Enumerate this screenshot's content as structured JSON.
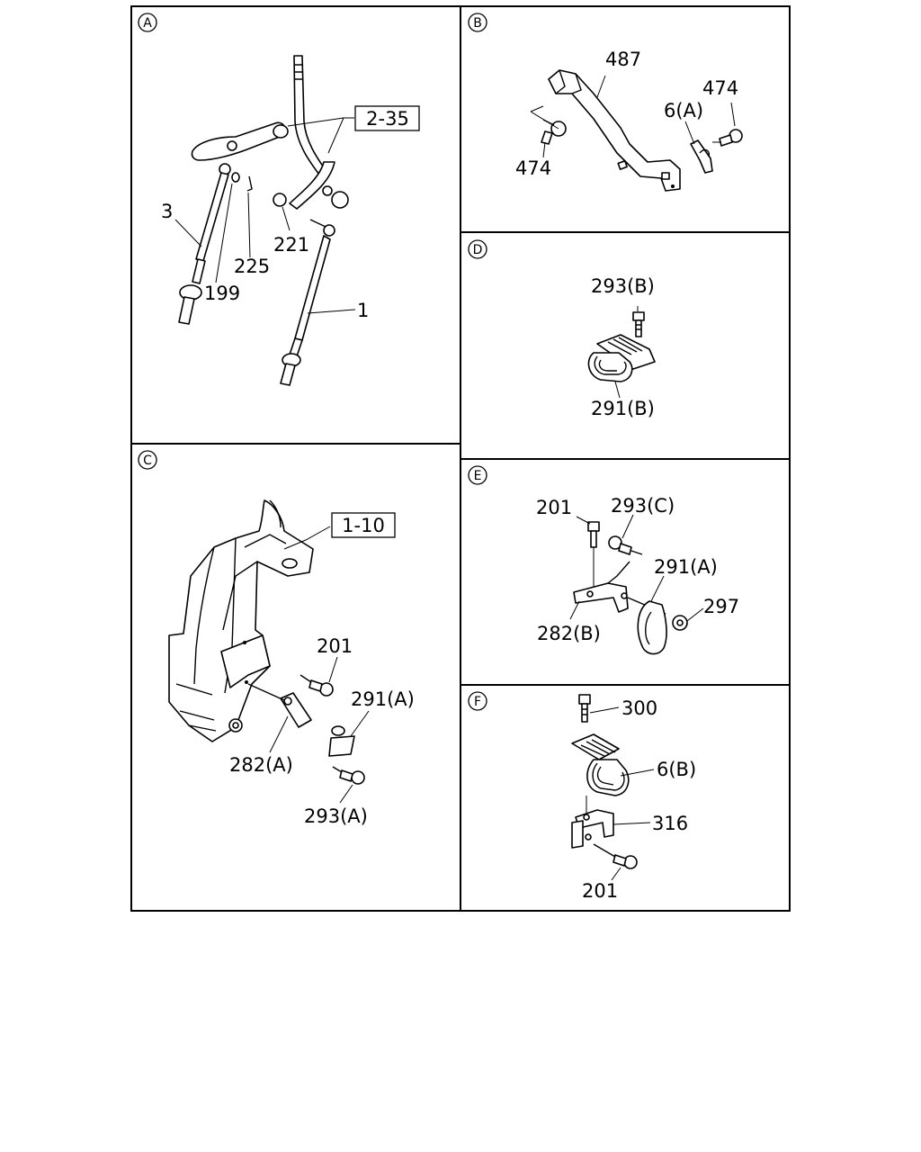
{
  "panels": [
    {
      "id": "A",
      "labels": [
        "2-35",
        "3",
        "225",
        "221",
        "199",
        "1"
      ]
    },
    {
      "id": "B",
      "labels": [
        "487",
        "474",
        "6(A)",
        "474"
      ]
    },
    {
      "id": "D",
      "labels": [
        "293(B)",
        "291(B)"
      ]
    },
    {
      "id": "C",
      "labels": [
        "1-10",
        "201",
        "291(A)",
        "282(A)",
        "293(A)"
      ]
    },
    {
      "id": "E",
      "labels": [
        "201",
        "293(C)",
        "291(A)",
        "297",
        "282(B)"
      ]
    },
    {
      "id": "F",
      "labels": [
        "300",
        "6(B)",
        "316",
        "201"
      ]
    }
  ]
}
